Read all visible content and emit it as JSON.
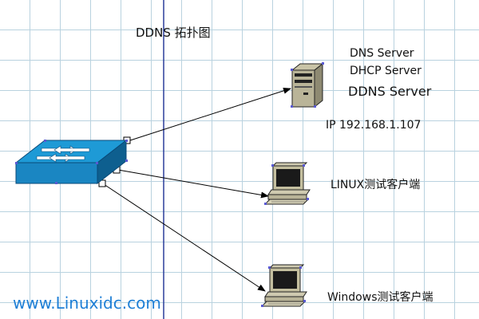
{
  "diagram": {
    "title": "DDNS 拓扑图",
    "server": {
      "label_line1": "DNS Server",
      "label_line2": "DHCP Server",
      "label_line3": "DDNS Server",
      "ip": "IP 192.168.1.107"
    },
    "linux_client": {
      "label": "LINUX测试客户端"
    },
    "windows_client": {
      "label": "Windows测试客户端"
    },
    "watermark": "www.Linuxidc.com"
  },
  "colors": {
    "grid": "#b9d2df",
    "vertical_rule": "#2c3e9c",
    "switch_face": "#1e9ad6",
    "selection_handle": "#5a5ad2",
    "watermark": "#1e7fd6"
  },
  "icons": {
    "switch": "network-switch-icon",
    "server": "server-tower-icon",
    "linux_client": "desktop-computer-icon",
    "windows_client": "desktop-computer-icon"
  }
}
